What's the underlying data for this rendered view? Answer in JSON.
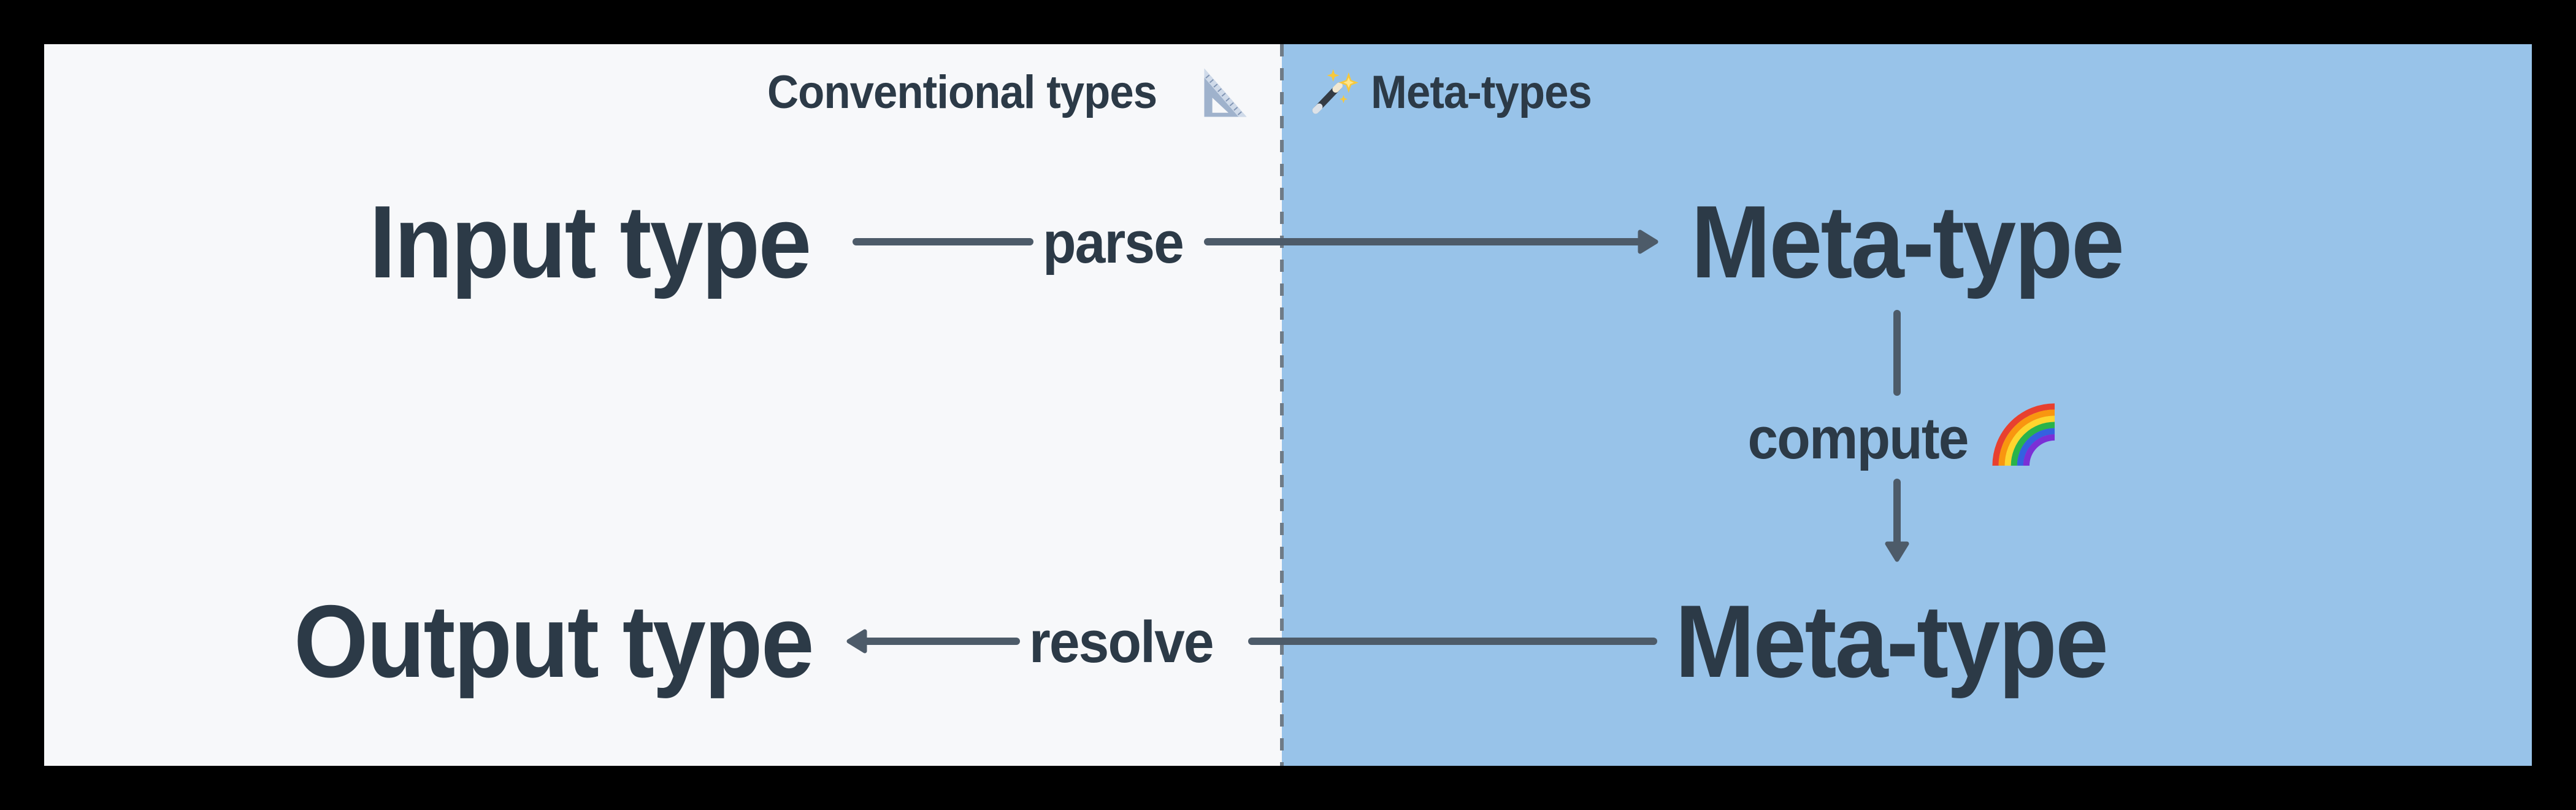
{
  "header": {
    "left_panel_label": "Conventional types",
    "right_panel_label": "Meta-types"
  },
  "nodes": {
    "input_type": "Input type",
    "meta_type_top": "Meta-type",
    "meta_type_bottom": "Meta-type",
    "output_type": "Output type"
  },
  "edges": {
    "parse_label": "parse",
    "compute_label": "compute",
    "resolve_label": "resolve"
  },
  "icons": {
    "left_panel": "triangular-ruler-icon",
    "right_panel": "magic-wand-icon",
    "compute": "rainbow-icon"
  },
  "colors": {
    "frame": "#000000",
    "left_panel_bg": "#f7f8fa",
    "right_panel_bg": "#98c3e9",
    "text": "#2c3a47",
    "arrow": "#4d5b69",
    "divider_dash": "#6f7b87"
  }
}
